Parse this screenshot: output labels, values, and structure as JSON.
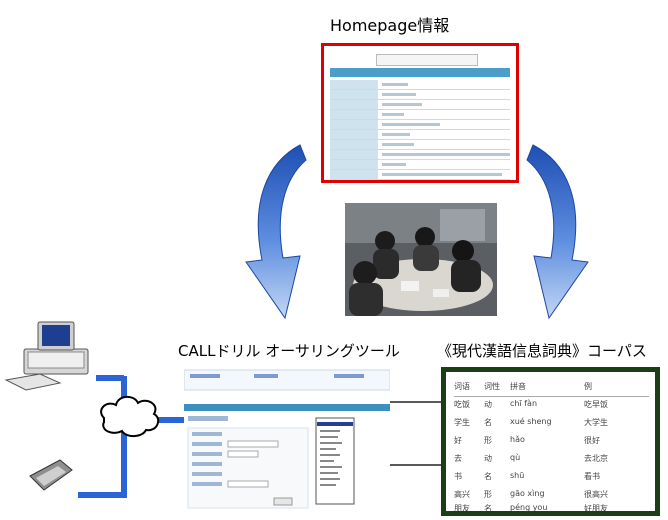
{
  "labels": {
    "homepage": "Homepage情報",
    "call_drill": "CALLドリル オーサリングツール",
    "corpus": "《現代漢語信息詞典》コーパス"
  },
  "homepage_thumbnail": {
    "border_color": "#e00000",
    "header_color": "#4a9ec9"
  },
  "corpus_thumbnail": {
    "border_color": "#1c3d17",
    "header": [
      "词语",
      "词性",
      "拼音",
      "例"
    ],
    "rows": [
      [
        "吃饭",
        "动",
        "chī fàn",
        "吃早饭"
      ],
      [
        "学生",
        "名",
        "xué sheng",
        "大学生"
      ],
      [
        "好",
        "形",
        "hǎo",
        "很好"
      ],
      [
        "去",
        "动",
        "qù",
        "去北京"
      ],
      [
        "书",
        "名",
        "shū",
        "看书"
      ],
      [
        "高兴",
        "形",
        "gāo xìng",
        "很高兴"
      ],
      [
        "朋友",
        "名",
        "péng you",
        "好朋友"
      ]
    ]
  },
  "colors": {
    "arrow_blue": "#2d63c8",
    "arrow_light": "#a9c4ef",
    "network_blue": "#2a64d6"
  },
  "icons": [
    "computer-icon",
    "mobile-phone-icon",
    "cloud-icon"
  ]
}
